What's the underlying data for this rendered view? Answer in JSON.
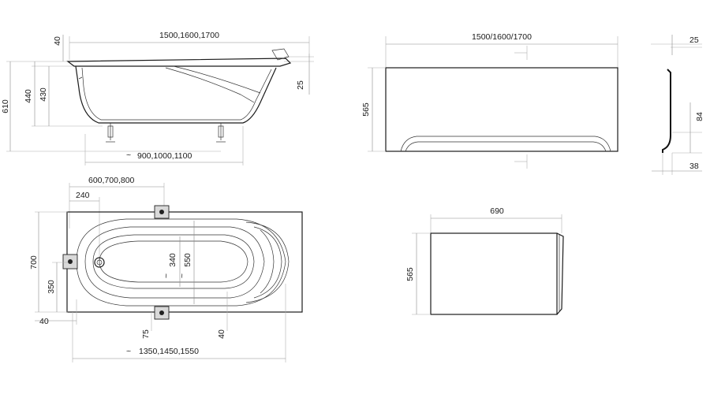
{
  "side_view": {
    "length_label": "1500,1600,1700",
    "rim_label": "40",
    "overall_height_label": "610",
    "height_a_label": "440",
    "height_b_label": "430",
    "headrest_label": "25",
    "legs_label": "900,1000,1100",
    "legs_prefix": "~"
  },
  "top_view": {
    "offset_label": "600,700,800",
    "drain_label": "240",
    "width_label": "700",
    "half_width_label": "350",
    "inner_a_label": "340",
    "inner_b_label": "550",
    "left_margin_label": "40",
    "bottom_a_label": "75",
    "bottom_b_label": "40",
    "inner_length_label": "1350,1450,1550",
    "inner_length_prefix": "~",
    "wave_a": "~",
    "wave_b": "~"
  },
  "front_panel": {
    "length_label": "1500/1600/1700",
    "height_label": "565"
  },
  "panel_profile": {
    "top_label": "25",
    "mid_label": "84",
    "bottom_label": "38"
  },
  "end_panel": {
    "width_label": "690",
    "height_label": "565"
  }
}
